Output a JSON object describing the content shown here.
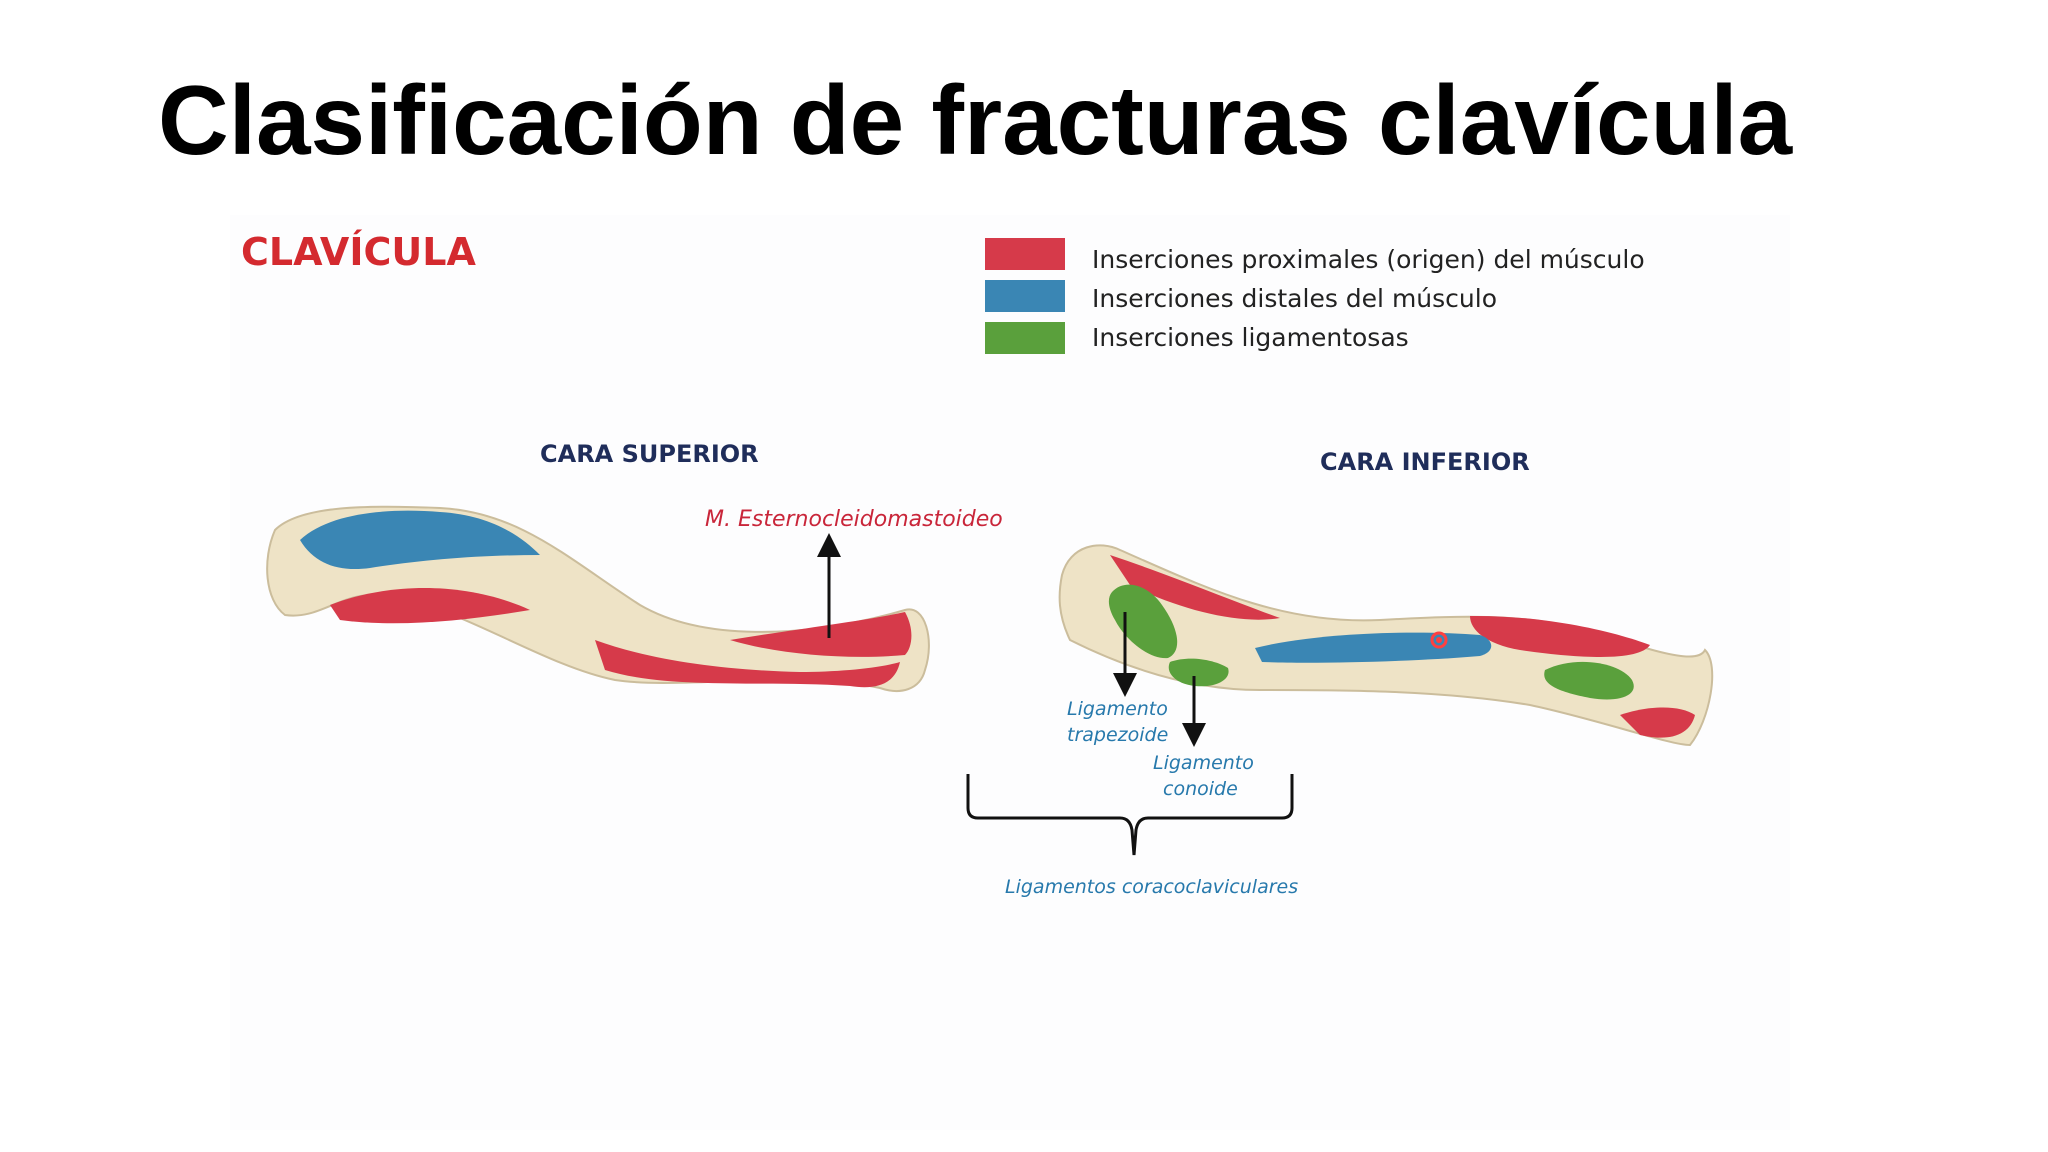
{
  "slide": {
    "title": "Clasificación de fracturas clavícula"
  },
  "figure": {
    "heading": "CLAVÍCULA",
    "legend": [
      {
        "label": "Inserciones proximales (origen) del músculo",
        "color": "#d63a4a"
      },
      {
        "label": "Inserciones distales del músculo",
        "color": "#3a86b4"
      },
      {
        "label": "Inserciones ligamentosas",
        "color": "#5aa03c"
      }
    ],
    "superior": {
      "title": "CARA SUPERIOR",
      "muscle_label": "M. Esternocleidomastoideo"
    },
    "inferior": {
      "title": "CARA INFERIOR",
      "trapezoid_line1": "Ligamento",
      "trapezoid_line2": "trapezoide",
      "conoid_line1": "Ligamento",
      "conoid_line2": "conoide",
      "brace_label": "Ligamentos coracoclaviculares"
    }
  },
  "colors": {
    "bone": "#eee3c6",
    "bone_outline": "#cbbd9c",
    "heading_red": "#d42a2f",
    "label_red": "#c9263a",
    "label_blue": "#2779ac",
    "title_navy": "#1f2d5a",
    "highlight": "#ff4040"
  }
}
